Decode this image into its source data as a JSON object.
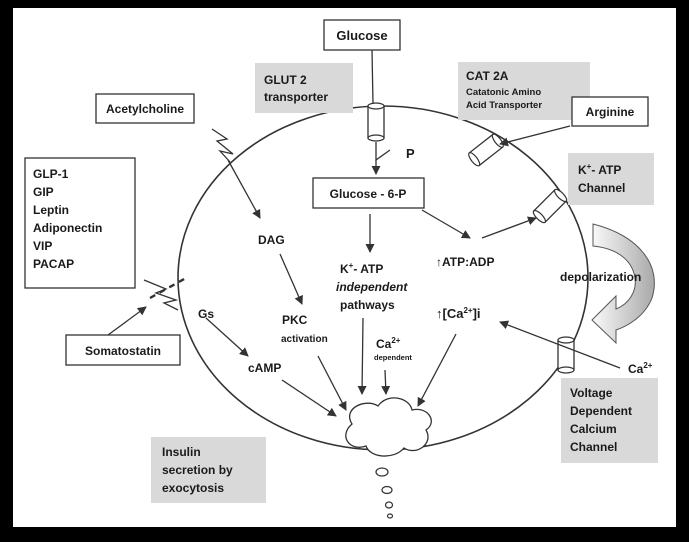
{
  "diagram": {
    "inputs": {
      "glucose": "Glucose",
      "acetylcholine": "Acetylcholine",
      "arginine": "Arginine",
      "somatostatin": "Somatostatin",
      "calcium": "Ca",
      "calcium_sup": "2+",
      "hormones": [
        "GLP-1",
        "GIP",
        "Leptin",
        "Adiponectin",
        "VIP",
        "PACAP"
      ]
    },
    "transporters": {
      "glut2": [
        "GLUT 2",
        "transporter"
      ],
      "cat2a_title": "CAT 2A",
      "cat2a_desc": [
        "Catatonic Amino",
        "Acid Transporter"
      ],
      "katp_channel_main": "K",
      "katp_channel_sup": "+",
      "katp_channel_rest": "- ATP",
      "katp_channel_line2": "Channel",
      "voltage_channel": [
        "Voltage",
        "Dependent",
        "Calcium",
        "Channel"
      ]
    },
    "intracellular": {
      "phosphate": "P",
      "glucose_6p": "Glucose - 6-P",
      "atp_adp": "↑ATP:ADP",
      "dag": "DAG",
      "pkc": "PKC",
      "pkc_sub": "activation",
      "gs": "Gs",
      "camp": "cAMP",
      "katp_indep_main": "K",
      "katp_indep_sup": "+",
      "katp_indep_rest": "- ATP",
      "katp_indep_line2": "independent",
      "katp_indep_line3": "pathways",
      "ca_dep_main": "Ca",
      "ca_dep_sup": "2+",
      "ca_dep_sub": "dependent",
      "ca_i_prefix": "↑[Ca",
      "ca_i_sup": "2+",
      "ca_i_suffix": "]i"
    },
    "outcomes": {
      "depolarization": "depolarization",
      "insulin": [
        "Insulin",
        "secretion by",
        "exocytosis"
      ]
    }
  },
  "colors": {
    "frame": "#000000",
    "background": "#ffffff",
    "note_box": "#d9d9d9",
    "stroke": "#333333"
  }
}
